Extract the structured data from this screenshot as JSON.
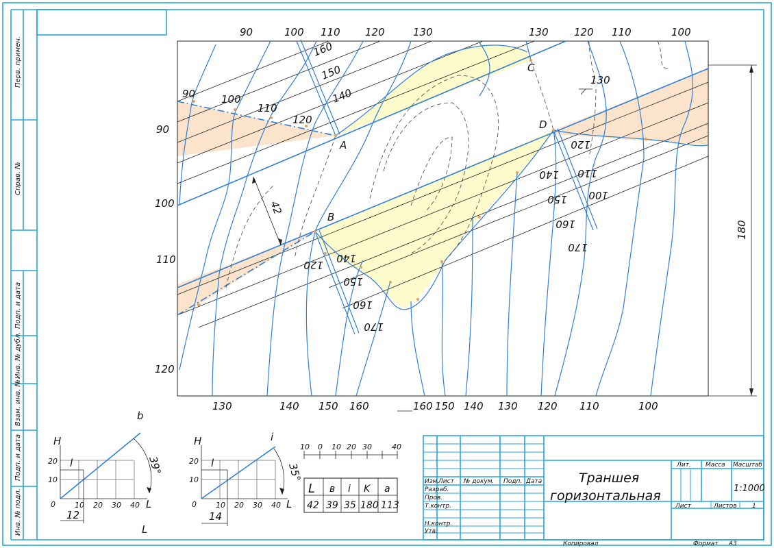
{
  "drawing": {
    "top_numbers": [
      "90",
      "100",
      "110",
      "120",
      "130"
    ],
    "top_right_numbers": [
      "130",
      "120",
      "110",
      "100"
    ],
    "left_numbers": [
      "90",
      "100",
      "110",
      "120"
    ],
    "bottom_numbers_left": [
      "130",
      "140",
      "150",
      "160"
    ],
    "bottom_numbers_right": [
      "160",
      "150",
      "140",
      "130",
      "120",
      "110",
      "100"
    ],
    "points": {
      "a": "A",
      "b": "B",
      "c": "C",
      "d": "D"
    },
    "slope_labels_upper": [
      "160",
      "150",
      "140"
    ],
    "row_labels_upper": [
      "90",
      "100",
      "110",
      "120"
    ],
    "slope_labels_lower_right": [
      "120",
      "140",
      "110",
      "150",
      "100",
      "160",
      "170"
    ],
    "slope_labels_lower_left": [
      "140",
      "120",
      "150",
      "160",
      "170"
    ],
    "width_label": "42",
    "height_label": "180",
    "section_label": "130"
  },
  "side_stamps": [
    "Перв. примен.",
    "Справ. №",
    "Подп. и дата",
    "Инв. № дубл.",
    "Взам. инв. №",
    "Подп. и дата",
    "Инв. № подл."
  ],
  "graph_b": {
    "letter": "b",
    "axis_y": "H",
    "axis_x": "L",
    "y_ticks": [
      "20",
      "10",
      "0"
    ],
    "x_ticks": [
      "10",
      "20",
      "30",
      "40"
    ],
    "angle": "39°",
    "small_l": "l",
    "dim": "12",
    "below_label": "L"
  },
  "graph_i": {
    "letter": "i",
    "axis_y": "H",
    "axis_x": "L",
    "y_ticks": [
      "20",
      "10",
      "0"
    ],
    "x_ticks": [
      "10",
      "20",
      "30",
      "40"
    ],
    "angle": "35°",
    "small_l": "l",
    "dim": "14"
  },
  "scale_bar": {
    "ticks": [
      "10",
      "0",
      "10",
      "20",
      "30",
      "40"
    ]
  },
  "param_table": {
    "headers": [
      "L",
      "в",
      "i",
      "K",
      "a"
    ],
    "values": [
      "42",
      "39",
      "35",
      "180",
      "113"
    ]
  },
  "title_block": {
    "row_labels": [
      "Изм.",
      "Лист",
      "№ докум.",
      "Подп.",
      "Дата"
    ],
    "roles": [
      "Разраб.",
      "Пров.",
      "Т.контр.",
      "Н.контр.",
      "Утв."
    ],
    "title_line1": "Траншея",
    "title_line2": "горизонтальная",
    "lit": "Лит.",
    "mass": "Масса",
    "scale_head": "Масштаб",
    "scale": "1:1000",
    "sheet": "Лист",
    "sheets": "Листов",
    "sheets_count": "1",
    "copied": "Копировал",
    "format_label": "Формат",
    "format": "А3"
  }
}
